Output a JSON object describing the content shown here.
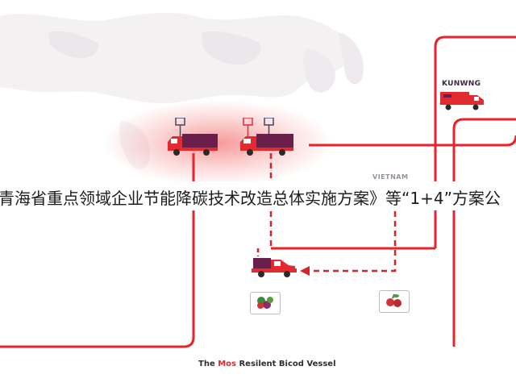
{
  "banner": {
    "text": "青海省重点领域企业节能降碳技术改造总体实施方案》等“1+4”方案公"
  },
  "labels": {
    "kunming": "KUNWNG",
    "vietnam": "VIETNAM"
  },
  "caption": {
    "part1": "The ",
    "part2": "Mos",
    "part3": " Resilent Bicod Vessel"
  },
  "colors": {
    "route": "#e8232a",
    "truck_cab": "#e32a2f",
    "truck_cargo": "#6a1f4a",
    "glow": "#f04646",
    "pin": "#3b4a66",
    "map_land": "#f3f0f2"
  },
  "icons": {
    "truck_left": "truck-icon",
    "truck_right": "truck-icon",
    "truck_kunming": "truck-icon",
    "truck_vietnam": "truck-icon",
    "truck_hub": "truck-icon",
    "pin": "location-pin-icon",
    "produce_left": "vegetables-icon",
    "produce_right": "fruit-icon"
  }
}
